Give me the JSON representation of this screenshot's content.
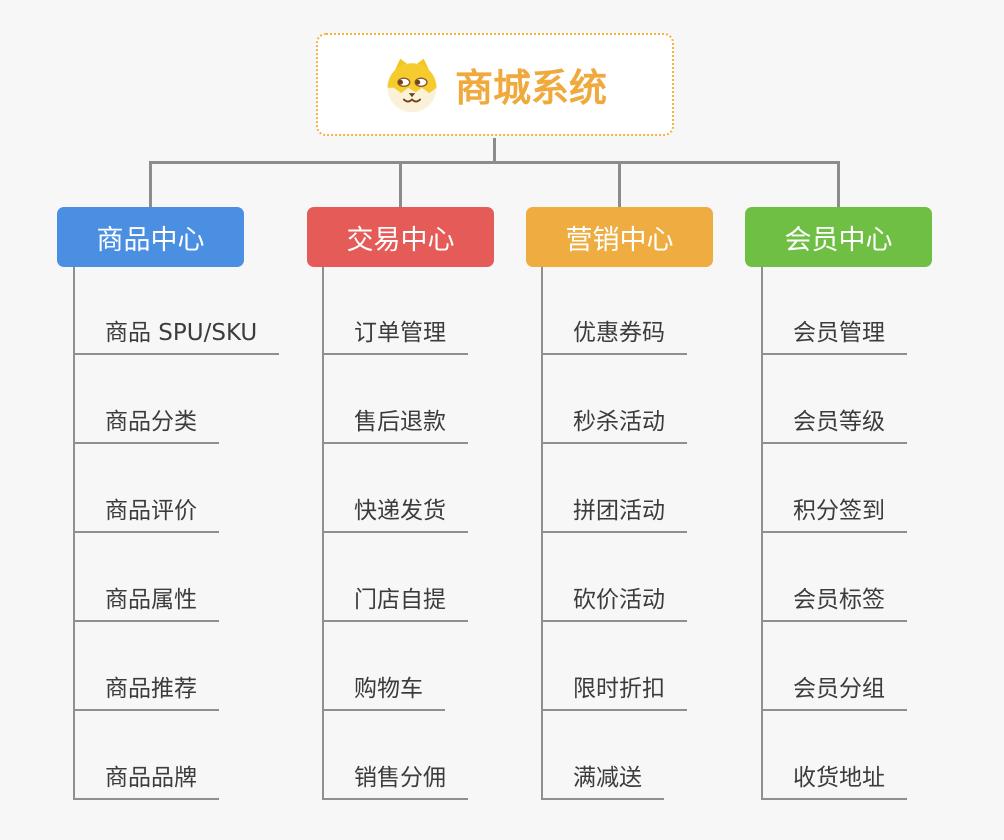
{
  "canvas": {
    "background_color": "#F7F7F7",
    "connector_color": "#8C8C8C",
    "leaf_text_color": "#3C3C3C",
    "leaf_underline_color": "#8F8F8F"
  },
  "root": {
    "title": "商城系统",
    "icon": "dog-face-icon",
    "text_color": "#F0A93C",
    "border_color": "#F6B044",
    "background_color": "#FFFFFF"
  },
  "branches": [
    {
      "label": "商品中心",
      "color": "#4A8FE2",
      "items": [
        "商品 SPU/SKU",
        "商品分类",
        "商品评价",
        "商品属性",
        "商品推荐",
        "商品品牌"
      ]
    },
    {
      "label": "交易中心",
      "color": "#E45B58",
      "items": [
        "订单管理",
        "售后退款",
        "快递发货",
        "门店自提",
        "购物车",
        "销售分佣"
      ]
    },
    {
      "label": "营销中心",
      "color": "#EFAD41",
      "items": [
        "优惠券码",
        "秒杀活动",
        "拼团活动",
        "砍价活动",
        "限时折扣",
        "满减送"
      ]
    },
    {
      "label": "会员中心",
      "color": "#6FBF44",
      "items": [
        "会员管理",
        "会员等级",
        "积分签到",
        "会员标签",
        "会员分组",
        "收货地址"
      ]
    }
  ]
}
